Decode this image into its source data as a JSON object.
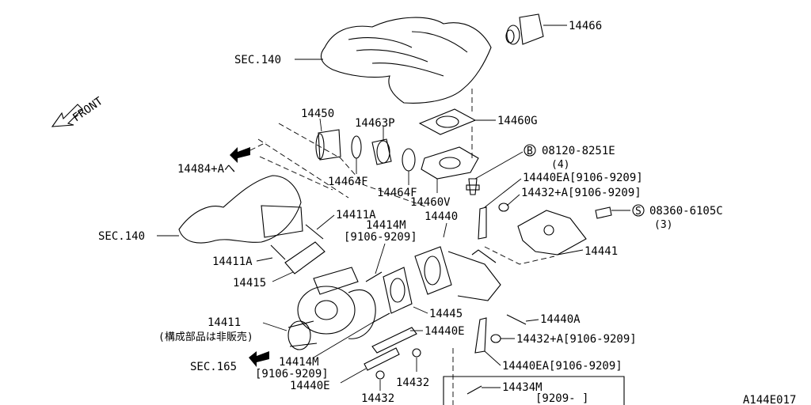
{
  "diagram_code": "A144E017",
  "front_label": "FRONT",
  "labels": {
    "p14466": "14466",
    "sec140_top": "SEC.140",
    "p14450": "14450",
    "p14463P": "14463P",
    "p14460G": "14460G",
    "b_symbol": "B",
    "bolt_08120": "08120-8251E",
    "bolt_08120_qty": "(4)",
    "p14484A": "14484+Aへ",
    "p14464F_a": "14464F",
    "p14464F_b": "14464F",
    "p14460V": "14460V",
    "p14440EA_top": "14440EA[9106-9209]",
    "p14432A_top": "14432+A[9106-9209]",
    "s_symbol": "S",
    "screw_08360": "08360-6105C",
    "screw_08360_qty": "(3)",
    "sec140_mid": "SEC.140",
    "p14411A_a": "14411A",
    "p14440": "14440",
    "p14414M_top": "14414M",
    "p14414M_top_date": "[9106-9209]",
    "p14441": "14441",
    "p14411A_b": "14411A",
    "p14415": "14415",
    "p14445": "14445",
    "p14440A": "14440A",
    "p14411": "14411",
    "p14411_note": "(構成部品は非販売)",
    "p14440E_a": "14440E",
    "p14432A_bot": "14432+A[9106-9209]",
    "sec165": "SEC.165",
    "p14414M_bot": "14414M",
    "p14414M_bot_date": "[9106-9209]",
    "p14440EA_bot": "14440EA[9106-9209]",
    "p14432_a": "14432",
    "p14440E_b": "14440E",
    "p14434M": "14434M",
    "p14434M_date": "[9209-    ]",
    "p14432_b": "14432"
  }
}
